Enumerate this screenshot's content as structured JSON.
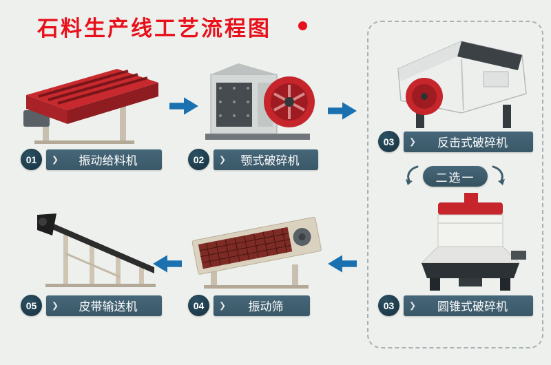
{
  "title": "石料生产线工艺流程图",
  "icons": {
    "chevron": "❯"
  },
  "choose": {
    "label": "二选一"
  },
  "steps": [
    {
      "num": "01",
      "label": "振动给料机"
    },
    {
      "num": "02",
      "label": "颚式破碎机"
    },
    {
      "num": "03",
      "label": "反击式破碎机"
    },
    {
      "num": "03",
      "label": "圆锥式破碎机"
    },
    {
      "num": "04",
      "label": "振动筛"
    },
    {
      "num": "05",
      "label": "皮带输送机"
    }
  ],
  "colors": {
    "background": "#edf0ed",
    "title_red": "#e8101b",
    "ribbon": "#3e5d6d",
    "badge": "#1d3c4d",
    "arrow_blue": "#1b71b0",
    "machine_red": "#c5252b",
    "dashed_border": "#a8b1b4"
  }
}
